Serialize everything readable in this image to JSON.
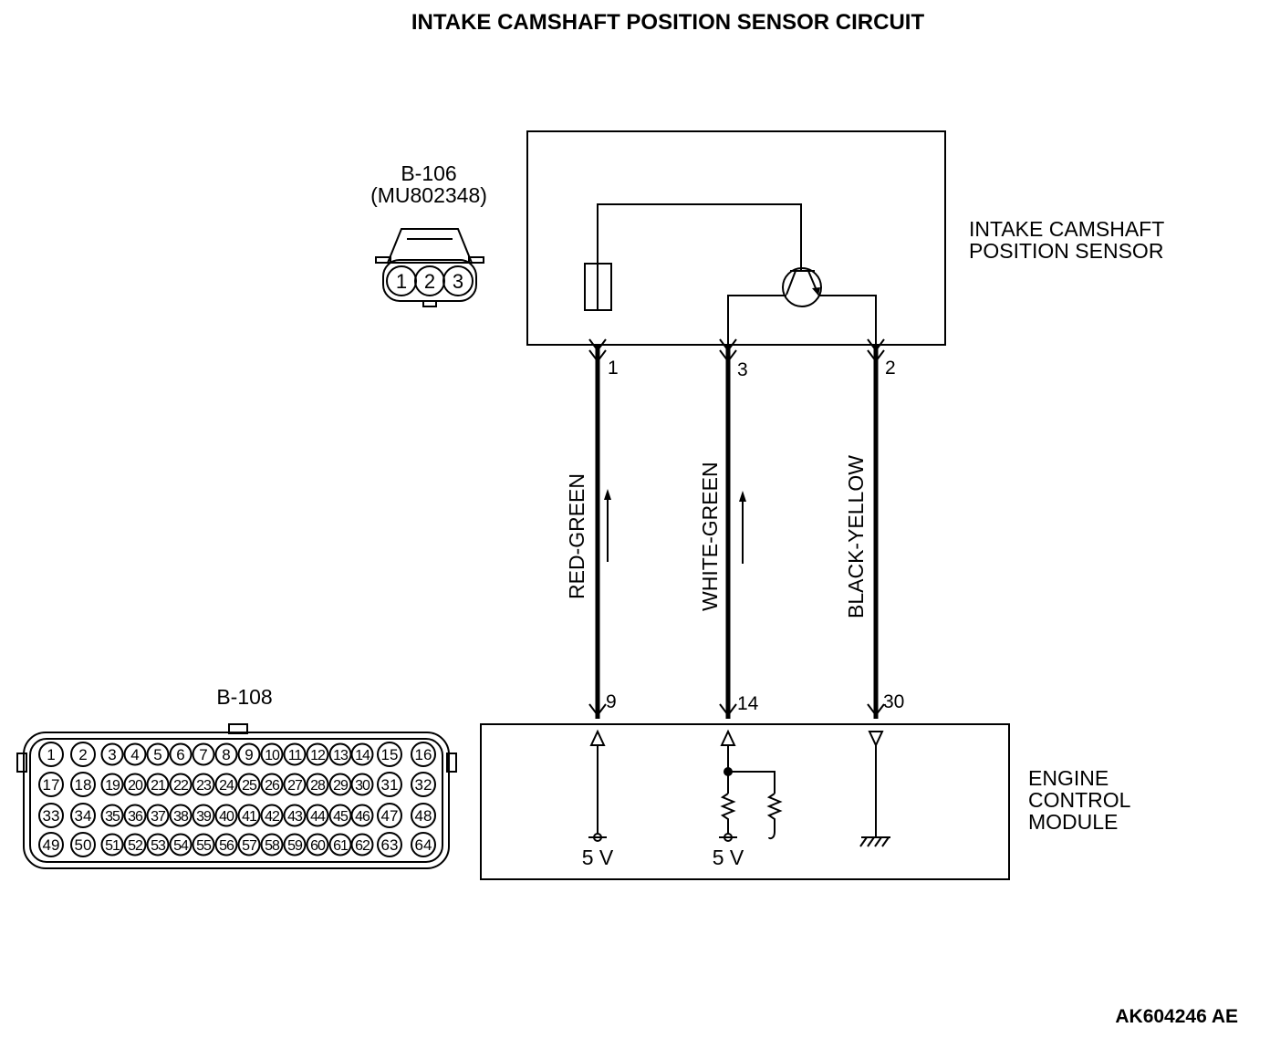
{
  "title": "INTAKE CAMSHAFT POSITION SENSOR CIRCUIT",
  "sensor": {
    "label_line1": "INTAKE CAMSHAFT",
    "label_line2": "POSITION SENSOR",
    "connector_id": "B-106",
    "connector_part": "(MU802348)",
    "connector_pins": [
      "1",
      "2",
      "3"
    ],
    "terminals": [
      "1",
      "3",
      "2"
    ]
  },
  "ecm": {
    "label_line1": "ENGINE",
    "label_line2": "CONTROL",
    "label_line3": "MODULE",
    "connector_id": "B-108",
    "terminals": [
      "9",
      "14",
      "30"
    ],
    "supply_1": "5 V",
    "supply_2": "5 V",
    "connector_pins": [
      [
        "1",
        "2",
        "3",
        "4",
        "5",
        "6",
        "7",
        "8",
        "9",
        "10",
        "11",
        "12",
        "13",
        "14",
        "15",
        "16"
      ],
      [
        "17",
        "18",
        "19",
        "20",
        "21",
        "22",
        "23",
        "24",
        "25",
        "26",
        "27",
        "28",
        "29",
        "30",
        "31",
        "32"
      ],
      [
        "33",
        "34",
        "35",
        "36",
        "37",
        "38",
        "39",
        "40",
        "41",
        "42",
        "43",
        "44",
        "45",
        "46",
        "47",
        "48"
      ],
      [
        "49",
        "50",
        "51",
        "52",
        "53",
        "54",
        "55",
        "56",
        "57",
        "58",
        "59",
        "60",
        "61",
        "62",
        "63",
        "64"
      ]
    ]
  },
  "wires": [
    {
      "color": "RED-GREEN",
      "from": "1",
      "to": "9"
    },
    {
      "color": "WHITE-GREEN",
      "from": "3",
      "to": "14"
    },
    {
      "color": "BLACK-YELLOW",
      "from": "2",
      "to": "30"
    }
  ],
  "figure_code": "AK604246 AE"
}
